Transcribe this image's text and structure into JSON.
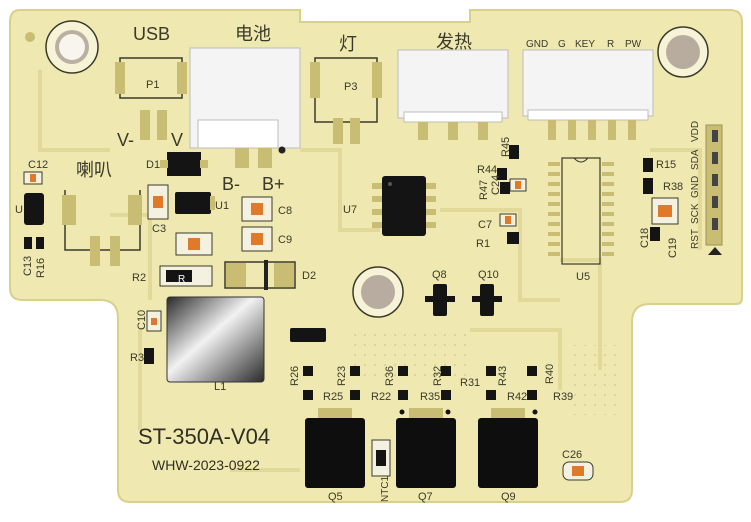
{
  "board": {
    "model": "ST-350A-V04",
    "date_code": "WHW-2023-0922"
  },
  "connectors": {
    "usb": "USB",
    "battery": "电池",
    "lamp": "灯",
    "heater": "发热",
    "speaker": "喇叭",
    "header_pins": [
      "GND",
      "G",
      "KEY",
      "R",
      "PW"
    ],
    "programming_pins": [
      "VDD",
      "SDA",
      "GND",
      "SCK",
      "RST"
    ]
  },
  "polarity": {
    "v_minus": "V-",
    "v_plus": "V",
    "b_minus": "B-",
    "b_plus": "B+"
  },
  "designators": {
    "P1": "P1",
    "P3": "P3",
    "D1": "D1",
    "D2": "D2",
    "U": "U",
    "U1": "U1",
    "U5": "U5",
    "U7": "U7",
    "C3": "C3",
    "C7": "C7",
    "C8": "C8",
    "C9": "C9",
    "C10": "C10",
    "C12": "C12",
    "C13": "C13",
    "C18": "C18",
    "C19": "C19",
    "C24": "C24",
    "C26": "C26",
    "R1": "R1",
    "R2": "R2",
    "R3": "R3",
    "R15": "R15",
    "R16": "R16",
    "R22": "R22",
    "R23": "R23",
    "R25": "R25",
    "R26": "R26",
    "R31": "R31",
    "R32": "R32",
    "R35": "R35",
    "R36": "R36",
    "R38": "R38",
    "R39": "R39",
    "R40": "R40",
    "R42": "R42",
    "R43": "R43",
    "R44": "R44",
    "R45": "R45",
    "R47": "R47",
    "L1": "L1",
    "Q5": "Q5",
    "Q7": "Q7",
    "Q8": "Q8",
    "Q9": "Q9",
    "Q10": "Q10",
    "NTC1": "NTC1",
    "R_mark": "R"
  },
  "colors": {
    "board": "#efe8b0",
    "board_edge": "#d9d08a",
    "trace": "#e6dc9c",
    "pad": "#c9bd73",
    "ic": "#141414",
    "cap": "#e07a2a",
    "connector": "#f4f4f4",
    "silk": "#3a3a2a"
  }
}
